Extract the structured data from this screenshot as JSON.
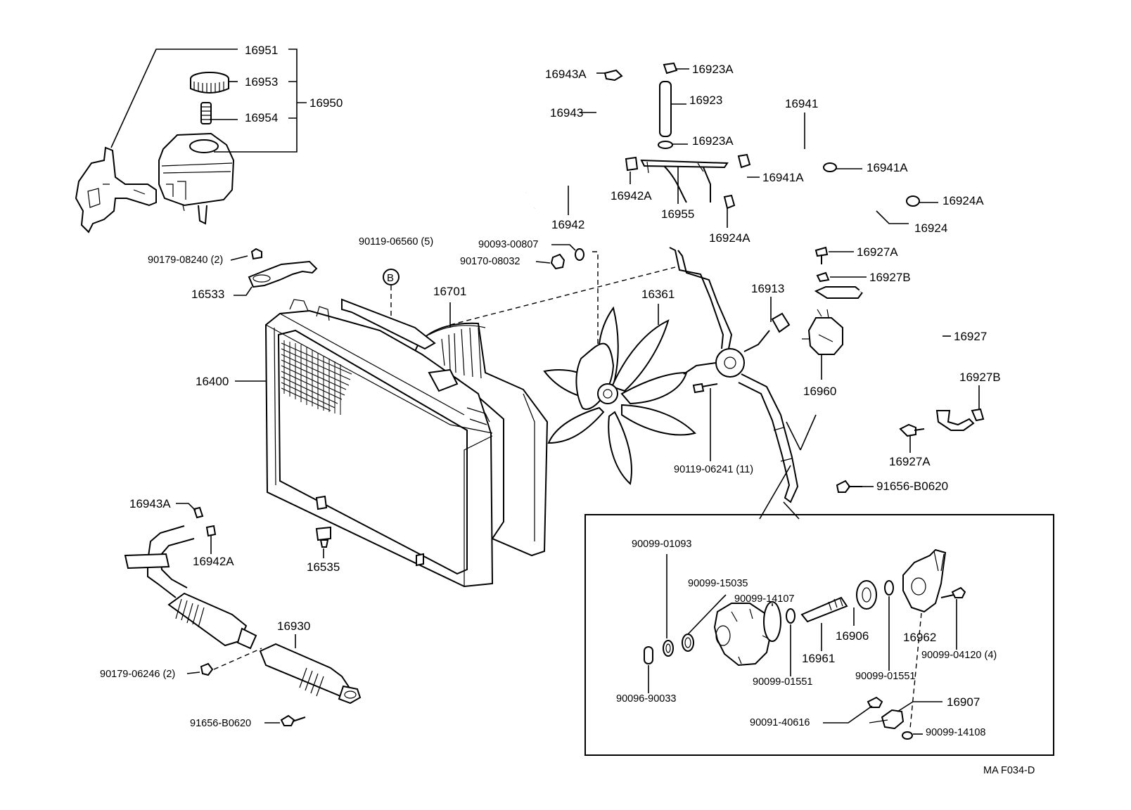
{
  "diagram": {
    "code": "MA F034-D",
    "callout_letter": "B",
    "labels": {
      "l16951": "16951",
      "l16953": "16953",
      "l16954": "16954",
      "l16950": "16950",
      "l16943A_top": "16943A",
      "l16943": "16943",
      "l16923A_top": "16923A",
      "l16923": "16923",
      "l16923A_mid": "16923A",
      "l16941": "16941",
      "l16941A_right": "16941A",
      "l16941A_left": "16941A",
      "l16942A_top": "16942A",
      "l16955": "16955",
      "l16942": "16942",
      "l16924A_left": "16924A",
      "l16924A_right": "16924A",
      "l16924": "16924",
      "l90119_06560": "90119-06560 (5)",
      "l90093_00807": "90093-00807",
      "l90170_08032": "90170-08032",
      "l90179_08240": "90179-08240 (2)",
      "l16533": "16533",
      "l16701": "16701",
      "l16361": "16361",
      "l16913": "16913",
      "l16927A_top": "16927A",
      "l16927B_top": "16927B",
      "l16927": "16927",
      "l16400": "16400",
      "l16960": "16960",
      "l16927B_right": "16927B",
      "l16927A_bottom": "16927A",
      "l90119_06241": "90119-06241 (11)",
      "l91656_B0620_right": "91656-B0620",
      "l16943A_bottom": "16943A",
      "l16942A_bottom": "16942A",
      "l16535": "16535",
      "l16930": "16930",
      "l90179_06246": "90179-06246 (2)",
      "l91656_B0620_left": "91656-B0620",
      "l90099_01093": "90099-01093",
      "l90099_15035": "90099-15035",
      "l90099_14107": "90099-14107",
      "l16906": "16906",
      "l16962": "16962",
      "l90099_04120": "90099-04120 (4)",
      "l16961": "16961",
      "l90099_01551_left": "90099-01551",
      "l90099_01551_right": "90099-01551",
      "l90096_90033": "90096-90033",
      "l16907": "16907",
      "l90091_40616": "90091-40616",
      "l90099_14108": "90099-14108"
    }
  }
}
